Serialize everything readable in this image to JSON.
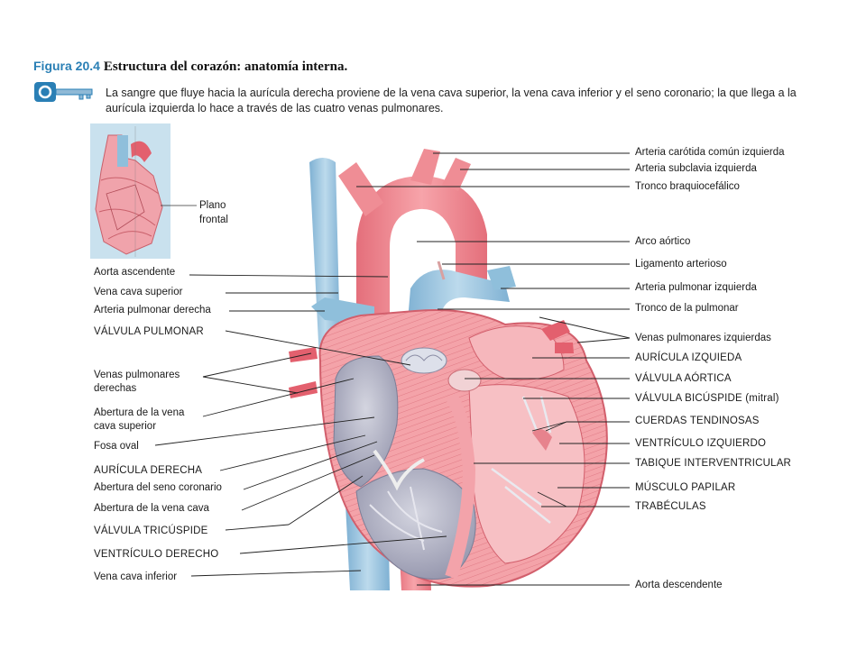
{
  "figure": {
    "number": "Figura 20.4",
    "title": "Estructura del corazón: anatomía interna.",
    "caption": "La sangre que fluye hacia la aurícula derecha proviene de la vena cava superior, la vena cava inferior y el seno coronario; la que llega a la aurícula izquierda lo hace a través de las cuatro venas pulmonares."
  },
  "inset": {
    "label_line1": "Plano",
    "label_line2": "frontal"
  },
  "labels_right": [
    "Arteria carótida común izquierda",
    "Arteria subclavia izquierda",
    "Tronco braquiocefálico",
    "Arco aórtico",
    "Ligamento arterioso",
    "Arteria pulmonar izquierda",
    "Tronco de la pulmonar",
    "Venas pulmonares izquierdas",
    "AURÍCULA IZQUIEDA",
    "VÁLVULA AÓRTICA",
    "VÁLVULA BICÚSPIDE (mitral)",
    "CUERDAS TENDINOSAS",
    "VENTRÍCULO IZQUIERDO",
    "TABIQUE INTERVENTRICULAR",
    "MÚSCULO PAPILAR",
    "TRABÉCULAS",
    "Aorta descendente"
  ],
  "labels_left": {
    "aorta_ascendente": "Aorta ascendente",
    "vena_cava_superior": "Vena cava superior",
    "arteria_pulmonar_derecha": "Arteria pulmonar derecha",
    "valvula_pulmonar": "VÁLVULA PULMONAR",
    "venas_pulmonares_derechas_1": "Venas pulmonares",
    "venas_pulmonares_derechas_2": "derechas",
    "abertura_vc_superior_1": "Abertura de la vena",
    "abertura_vc_superior_2": "cava superior",
    "fosa_oval": "Fosa oval",
    "auricula_derecha": "AURÍCULA DERECHA",
    "abertura_seno_coronario": "Abertura del seno coronario",
    "abertura_vena_cava": "Abertura de la vena cava",
    "valvula_tricuspide": "VÁLVULA TRICÚSPIDE",
    "ventriculo_derecho": "VENTRÍCULO DERECHO",
    "vena_cava_inferior": "Vena cava inferior"
  },
  "colors": {
    "artery": "#f08b93",
    "artery_dark": "#d9626e",
    "vein": "#9cc6e0",
    "vein_dark": "#6fa5c8",
    "chamber": "#b7b8c8",
    "inset_bg": "#c9e1ee",
    "title_blue": "#2a7fb5"
  },
  "icons": [
    "key-icon"
  ]
}
